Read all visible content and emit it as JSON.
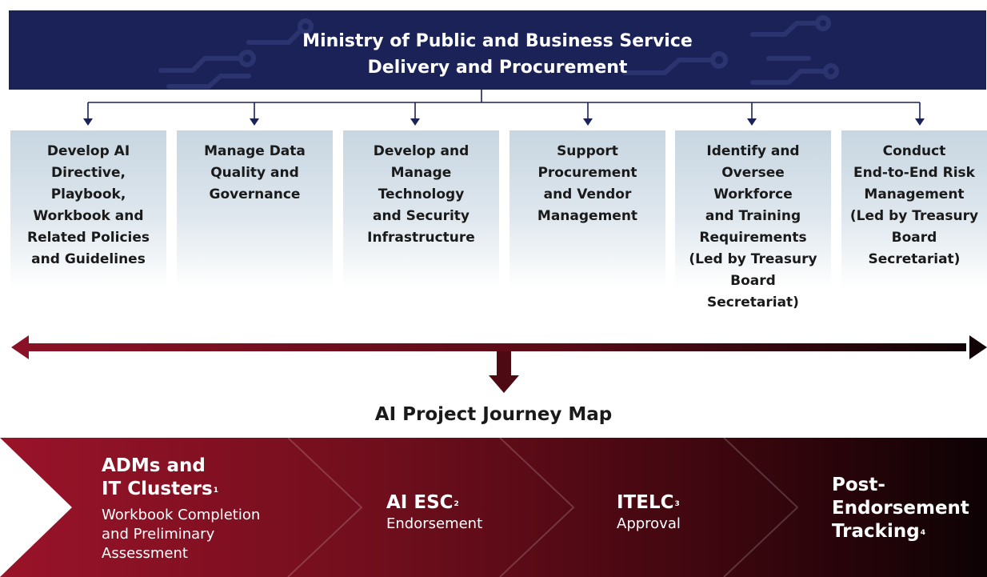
{
  "header": {
    "title_lines": [
      "Ministry of Public and Business Service",
      "Delivery and Procurement"
    ],
    "bg_color": "#1b2257"
  },
  "functions": [
    {
      "lines": [
        "Develop AI",
        "Directive,",
        "Playbook,",
        "Workbook and",
        "Related Policies",
        "and Guidelines"
      ]
    },
    {
      "lines": [
        "Manage Data",
        "Quality and",
        "Governance"
      ]
    },
    {
      "lines": [
        "Develop and",
        "Manage",
        "Technology",
        "and Security",
        "Infrastructure"
      ]
    },
    {
      "lines": [
        "Support",
        "Procurement",
        "and Vendor",
        "Management"
      ]
    },
    {
      "lines": [
        "Identify and",
        "Oversee",
        "Workforce",
        "and Training",
        "Requirements",
        "(Led by Treasury",
        "Board",
        "Secretariat)"
      ]
    },
    {
      "lines": [
        "Conduct",
        "End-to-End Risk",
        "Management",
        "(Led by Treasury",
        "Board",
        "Secretariat)"
      ]
    }
  ],
  "journey": {
    "title": "AI Project Journey Map",
    "steps": [
      {
        "head_lines": [
          "ADMs and",
          "IT Clusters"
        ],
        "sup": "1",
        "sub_lines": [
          "Workbook Completion",
          "and Preliminary",
          "Assessment"
        ]
      },
      {
        "head_lines": [
          "AI ESC"
        ],
        "sup": "2",
        "sub_lines": [
          "Endorsement"
        ]
      },
      {
        "head_lines": [
          "ITELC"
        ],
        "sup": "3",
        "sub_lines": [
          "Approval"
        ]
      },
      {
        "head_lines": [
          "Post-",
          "Endorsement",
          "Tracking"
        ],
        "sup": "4",
        "sub_lines": []
      }
    ]
  },
  "colors": {
    "maroon": "#8b1226",
    "dark": "#1a0508",
    "box_top": "#c7d6e1"
  }
}
